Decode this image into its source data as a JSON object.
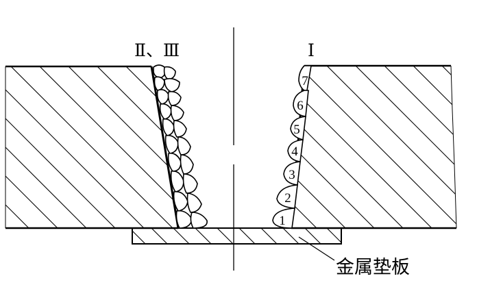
{
  "labels": {
    "left_group": "Ⅱ、Ⅲ",
    "right_group": "Ⅰ",
    "backing_plate": "金属垫板"
  },
  "passes": [
    "1",
    "2",
    "3",
    "4",
    "5",
    "6",
    "7"
  ],
  "colors": {
    "line": "#000000",
    "background": "#ffffff"
  }
}
